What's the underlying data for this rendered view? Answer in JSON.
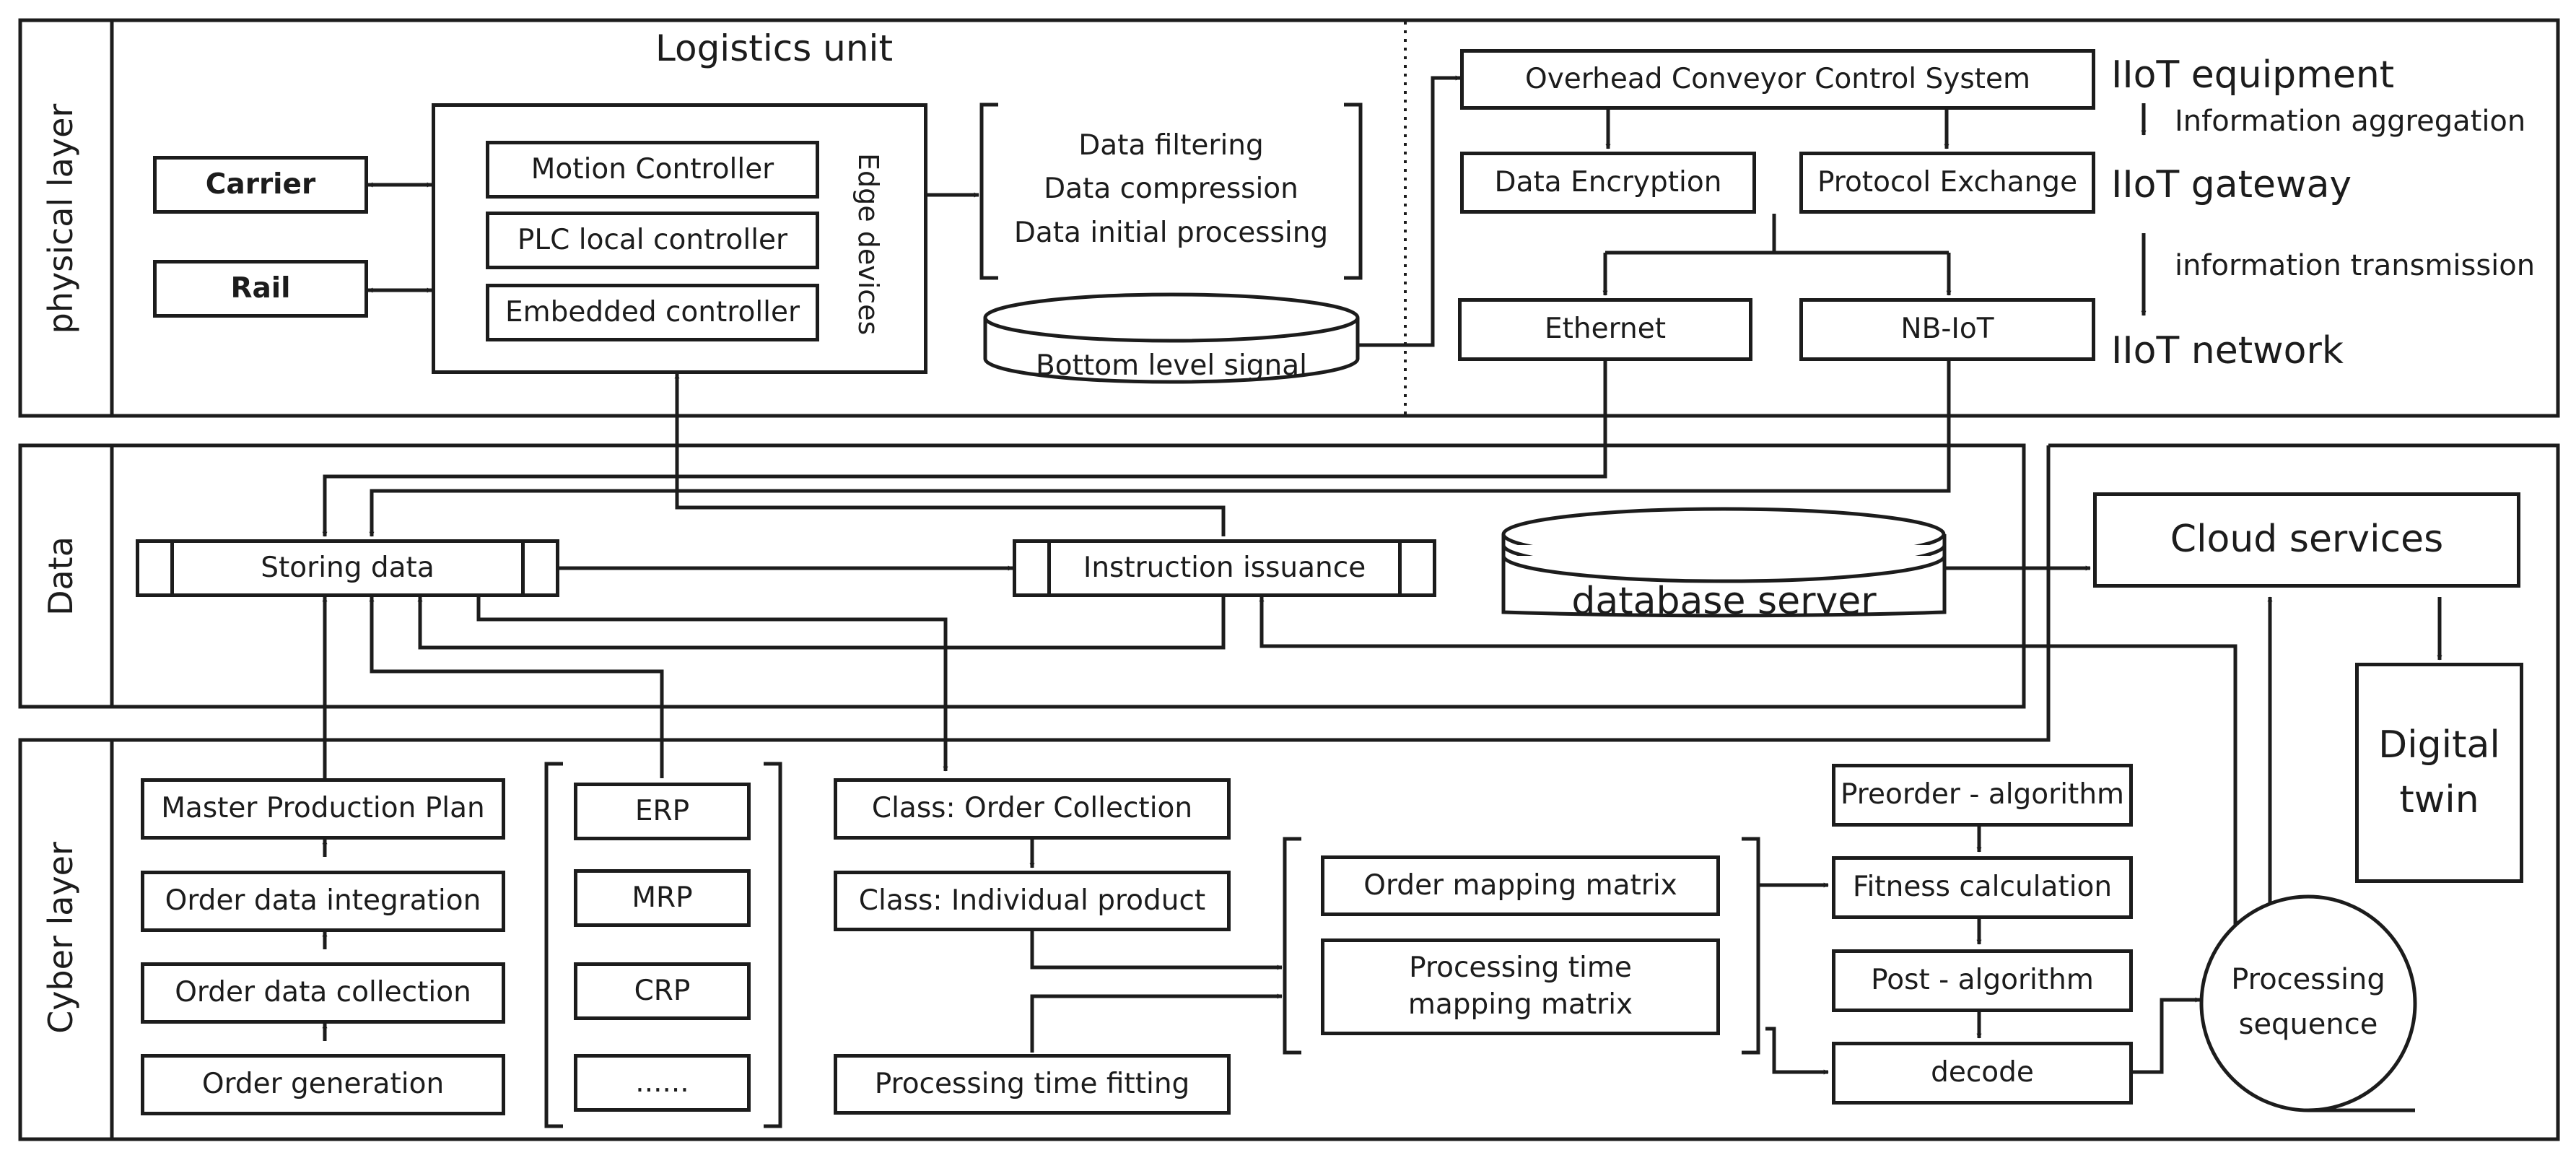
{
  "layers": {
    "physical": "physical layer",
    "data": "Data",
    "cyber": "Cyber layer"
  },
  "physical": {
    "logistics_unit": "Logistics unit",
    "carrier": "Carrier",
    "rail": "Rail",
    "controllers": [
      "Motion Controller",
      "PLC local controller",
      "Embedded controller"
    ],
    "edge_devices": "Edge devices",
    "processing": [
      "Data filtering",
      "Data compression",
      "Data initial processing"
    ],
    "bottom_signal": "Bottom level signal",
    "overhead": "Overhead Conveyor Control System",
    "encryption": "Data Encryption",
    "protocol": "Protocol Exchange",
    "ethernet": "Ethernet",
    "nbiot": "NB-IoT",
    "iiot_equipment": "IIoT equipment",
    "iiot_gateway": "IIoT gateway",
    "iiot_network": "IIoT network",
    "info_aggregation": "Information aggregation",
    "info_transmission": "information transmission"
  },
  "data_layer": {
    "storing": "Storing data",
    "instruction": "Instruction issuance",
    "db_server": "database server"
  },
  "cloud": {
    "services": "Cloud services",
    "twin": "Digital twin"
  },
  "cyber": {
    "plan": [
      "Master Production Plan",
      "Order data integration",
      "Order data collection",
      "Order generation"
    ],
    "systems": [
      "ERP",
      "MRP",
      "CRP",
      "......"
    ],
    "class_order": "Class: Order Collection",
    "class_product": "Class: Individual product",
    "time_fitting": "Processing time fitting",
    "order_matrix": "Order mapping matrix",
    "time_matrix": "Processing time mapping matrix",
    "preorder": "Preorder - algorithm",
    "fitness": "Fitness calculation",
    "post": "Post - algorithm",
    "decode": "decode",
    "sequence": "Processing sequence"
  }
}
